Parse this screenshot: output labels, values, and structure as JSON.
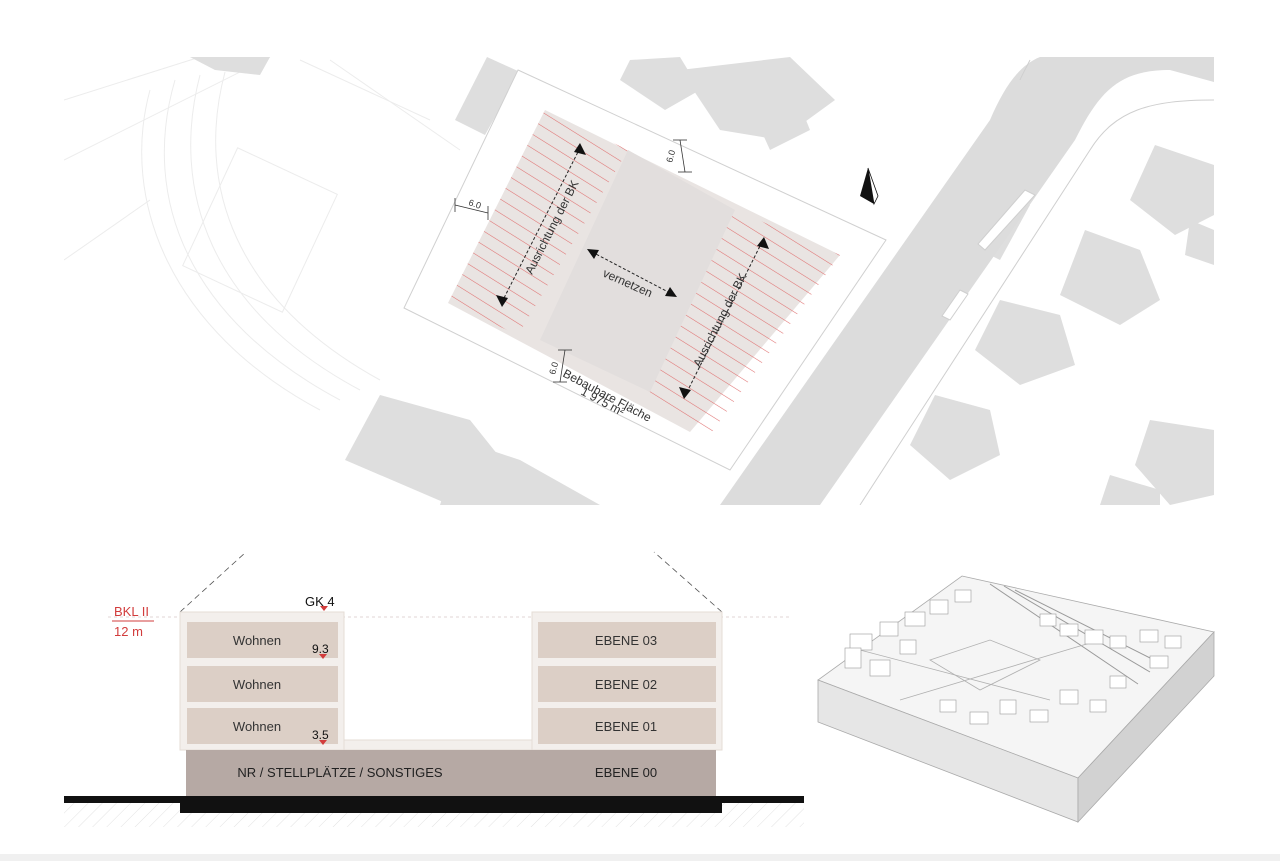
{
  "site_plan": {
    "label_orientation_1": "Ausrichtung der BK",
    "label_orientation_2": "Ausrichtung der BK",
    "label_connect": "vernetzen",
    "dim_left": "6.0",
    "dim_top": "6.0",
    "dim_bottom": "6.0",
    "buildable_area_label": "Bebaubare Fläche",
    "buildable_area_value": "1 975 m²",
    "hatch_color": "#e06a6a",
    "plot_color": "#e9e4e2",
    "building_color": "#dcdcdc"
  },
  "section": {
    "class_label": "BKL II",
    "class_height": "12 m",
    "gk_label": "GK 4",
    "height_upper": "9.3",
    "height_lower": "3.5",
    "left_rows": [
      "Wohnen",
      "Wohnen",
      "Wohnen"
    ],
    "right_rows": [
      "EBENE 03",
      "EBENE 02",
      "EBENE 01"
    ],
    "base_label": "NR / STELLPLÄTZE / SONSTIGES",
    "base_level": "EBENE 00",
    "floor_color": "#dccfc6",
    "base_color": "#b6a9a4",
    "accent_color": "#d23c3c"
  }
}
